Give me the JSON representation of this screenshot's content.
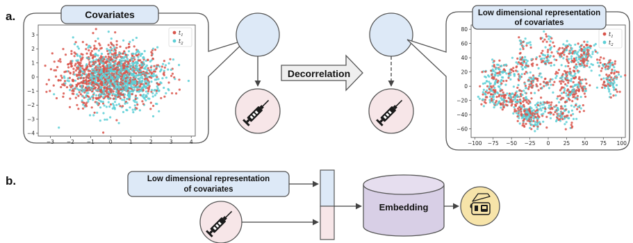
{
  "panel_a": {
    "label": "a.",
    "covariates_title": "Covariates",
    "decorrelation_label": "Decorrelation",
    "lowdim_title_line1": "Low dimensional representation",
    "lowdim_title_line2": "of covariates"
  },
  "panel_b": {
    "label": "b.",
    "lowdim_line1": "Low dimensional representation",
    "lowdim_line2": "of covariates",
    "embedding_label": "Embedding"
  },
  "colors": {
    "t1": "#d9534a",
    "t2": "#5ccfd6",
    "bubble_blue": "#dde9f7",
    "bubble_pink": "#f7e6e8",
    "embedding": "#d8cfe6",
    "outcome": "#f7e4a9"
  },
  "icons": [
    "syringe-icon",
    "glucose-meter-icon"
  ],
  "chart_data": [
    {
      "type": "scatter",
      "xlim": [
        -3.6,
        4.2
      ],
      "ylim": [
        -4.2,
        3.7
      ],
      "xticks": [
        -3,
        -2,
        -1,
        0,
        1,
        2,
        3,
        4
      ],
      "yticks": [
        3,
        2,
        1,
        0,
        -1,
        -2,
        -3,
        -4
      ],
      "series": [
        {
          "name": "t1",
          "label_main": "t",
          "label_sub": "1",
          "color": "#d9534a",
          "distribution": {
            "mean_x": -0.1,
            "mean_y": 0.1,
            "sd_x": 1.2,
            "sd_y": 1.0
          }
        },
        {
          "name": "t2",
          "label_main": "t",
          "label_sub": "2",
          "color": "#5ccfd6",
          "distribution": {
            "mean_x": 0.4,
            "mean_y": -0.1,
            "sd_x": 1.1,
            "sd_y": 1.0
          }
        }
      ],
      "legend": "top-right"
    },
    {
      "type": "scatter",
      "xlim": [
        -105,
        105
      ],
      "ylim": [
        -72,
        86
      ],
      "xticks": [
        -100,
        -75,
        -50,
        -25,
        0,
        25,
        50,
        75,
        100
      ],
      "yticks": [
        80,
        60,
        40,
        20,
        0,
        -20,
        -40,
        -60
      ],
      "series": [
        {
          "name": "t1",
          "label_main": "t",
          "label_sub": "1",
          "color": "#d9534a"
        },
        {
          "name": "t2",
          "label_main": "t",
          "label_sub": "2",
          "color": "#5ccfd6"
        }
      ],
      "legend": "top-right"
    }
  ]
}
